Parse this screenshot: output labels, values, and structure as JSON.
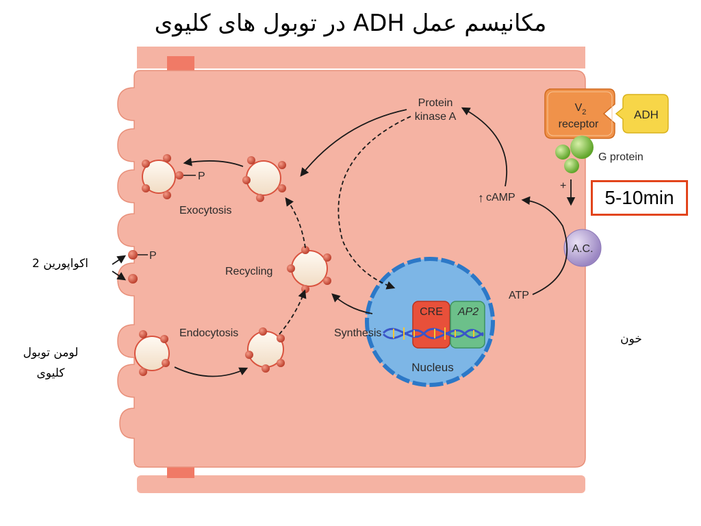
{
  "title": "مکانیسم عمل ADH در توبول های کلیوی",
  "labels": {
    "protein_kinase_a": [
      "Protein",
      "kinase A"
    ],
    "v2_receptor": [
      "V",
      "2",
      "receptor"
    ],
    "adh": "ADH",
    "g_protein": "G protein",
    "plus_sign": "+",
    "camp": "cAMP",
    "ac": "A.C.",
    "atp": "ATP",
    "exocytosis": "Exocytosis",
    "recycling": "Recycling",
    "endocytosis": "Endocytosis",
    "synthesis": "Synthesis",
    "nucleus": "Nucleus",
    "cre": "CRE",
    "ap2": "AP2",
    "p1": "P",
    "p2": "P"
  },
  "side_labels": {
    "aquaporin": "اکواپورین 2",
    "lumen": [
      "لومن توبول",
      "کلیوی"
    ],
    "blood": "خون"
  },
  "time_box": "5-10min",
  "colors": {
    "cell": "#f5b3a3",
    "cell_border": "#e8907a",
    "junction": "#f07a66",
    "vesicle_fill": "#fbeede",
    "vesicle_bead": "#d9533f",
    "nucleus": "#7db6e6",
    "nucleus_border": "#2c78c7",
    "receptor": "#f0924a",
    "adh": "#f7d648",
    "g_protein": "#8cc63f",
    "ac": "#b3a3d1",
    "accent_box": "#e2441b"
  }
}
